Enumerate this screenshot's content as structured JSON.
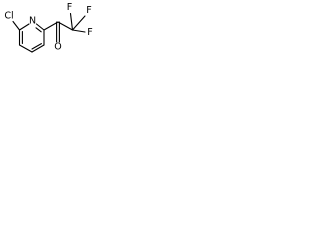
{
  "molecule": {
    "atom_labels": {
      "chlorine": "Cl",
      "nitrogen": "N",
      "oxygen": "O",
      "fluorine_top_left": "F",
      "fluorine_top_right": "F",
      "fluorine_right": "F"
    },
    "colors": {
      "bond": "#000000",
      "label": "#000000",
      "background": "#ffffff"
    }
  }
}
